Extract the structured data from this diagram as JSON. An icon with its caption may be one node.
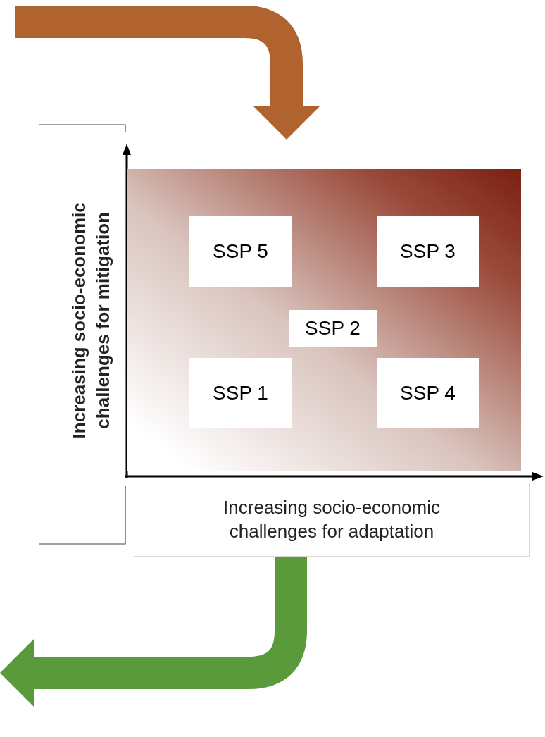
{
  "diagram": {
    "nodes": [
      {
        "text": [],
        "shape": "box"
      },
      {
        "text": [
          "SSP 5"
        ],
        "in": 0
      },
      {
        "text": [
          "SSP 3"
        ],
        "in": 0
      },
      {
        "text": [
          "SSP 2"
        ],
        "in": 0
      },
      {
        "text": [
          "SSP 1"
        ],
        "in": 0
      },
      {
        "text": [
          "SSP 4"
        ],
        "in": 0
      },
      {
        "text": [
          "Increasing socio-economic challenges for adaptation"
        ]
      }
    ],
    "edges": [
      {
        "from": null,
        "to": 0,
        "arrow": "to",
        "color": "#b0632f"
      },
      {
        "from": 6,
        "to": null,
        "arrow": "to",
        "color": "#5a9a3a"
      }
    ],
    "labels": [
      "Increasing socio-economic challenges for mitigation"
    ]
  }
}
